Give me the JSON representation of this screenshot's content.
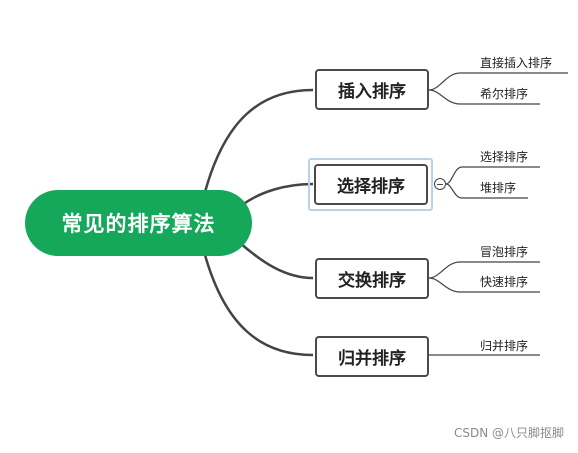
{
  "root": {
    "label": "常见的排序算法"
  },
  "branches": [
    {
      "label": "插入排序",
      "leaves": [
        "直接插入排序",
        "希尔排序"
      ]
    },
    {
      "label": "选择排序",
      "leaves": [
        "选择排序",
        "堆排序"
      ]
    },
    {
      "label": "交换排序",
      "leaves": [
        "冒泡排序",
        "快速排序"
      ]
    },
    {
      "label": "归并排序",
      "leaves": [
        "归并排序"
      ]
    }
  ],
  "watermark": "CSDN @八只脚抠脚",
  "colors": {
    "root_fill": "#15a85a",
    "line": "#444444",
    "selection": "#b9d3e6"
  }
}
